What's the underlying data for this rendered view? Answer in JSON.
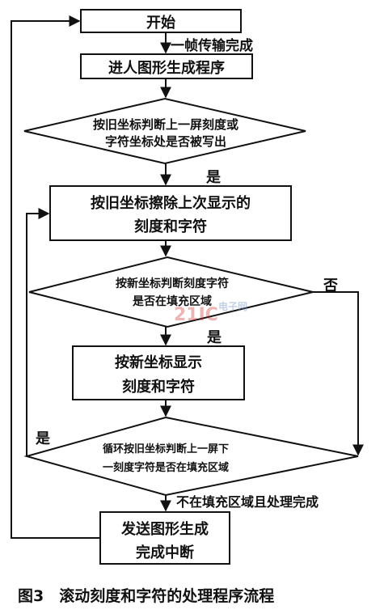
{
  "flow": {
    "start": "开始",
    "frame_done": "一帧传输完成",
    "enter_prog": "进人图形生成程序",
    "d1_l1": "按旧坐标判断上一屏刻度或",
    "d1_l2": "字符坐标处是否被写出",
    "yes1": "是",
    "erase_l1": "按旧坐标擦除上次显示的",
    "erase_l2": "刻度和字符",
    "d2_l1": "按新坐标判断刻度字符",
    "d2_l2": "是否在填充区域",
    "no2": "否",
    "yes2": "是",
    "show_l1": "按新坐标显示",
    "show_l2": "刻度和字符",
    "yes3": "是",
    "d3_l1": "循环按旧坐标判断上一屏下",
    "d3_l2": "一刻度字符是否在填充区域",
    "not_in": "不在填充区域且处理完成",
    "send_l1": "发送图形生成",
    "send_l2": "完成中断"
  },
  "watermark": {
    "text": "21IC",
    "sub": "电子网"
  },
  "caption": "图3　滚动刻度和字符的处理程序流程"
}
